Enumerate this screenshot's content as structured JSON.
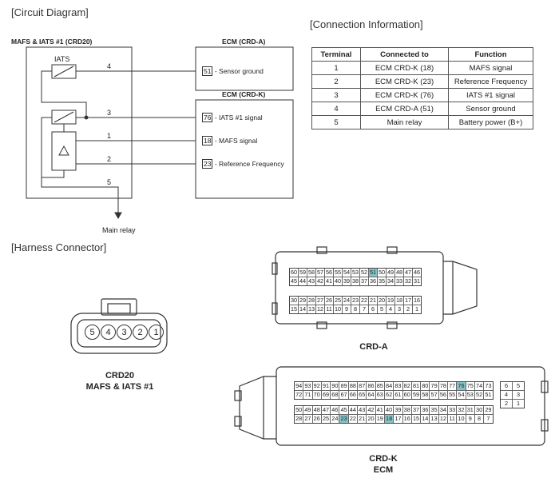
{
  "sections": {
    "circuit": "[Circuit Diagram]",
    "connection": "[Connection Information]",
    "harness": "[Harness Connector]"
  },
  "circuit": {
    "sensor_label": "MAFS & IATS #1 (CRD20)",
    "iats_label": "IATS",
    "ecm_a_label": "ECM (CRD-A)",
    "ecm_k_label": "ECM (CRD-K)",
    "main_relay": "Main relay",
    "wire_numbers": [
      "4",
      "3",
      "1",
      "2",
      "5"
    ],
    "ecm_a_pin": "51",
    "ecm_a_signal": "- Sensor ground",
    "ecm_k_pins": [
      {
        "pin": "76",
        "signal": "- IATS #1 signal"
      },
      {
        "pin": "18",
        "signal": "- MAFS signal"
      },
      {
        "pin": "23",
        "signal": "- Reference Frequency"
      }
    ]
  },
  "table": {
    "headers": [
      "Terminal",
      "Connected to",
      "Function"
    ],
    "rows": [
      [
        "1",
        "ECM CRD-K (18)",
        "MAFS signal"
      ],
      [
        "2",
        "ECM CRD-K (23)",
        "Reference Frequency"
      ],
      [
        "3",
        "ECM CRD-K (76)",
        "IATS #1 signal"
      ],
      [
        "4",
        "ECM CRD-A (51)",
        "Sensor ground"
      ],
      [
        "5",
        "Main relay",
        "Battery power (B+)"
      ]
    ]
  },
  "connectors": {
    "crd20": {
      "pins": [
        "5",
        "4",
        "3",
        "2",
        "1"
      ],
      "name": "CRD20",
      "desc": "MAFS & IATS #1"
    },
    "crda": {
      "name": "CRD-A",
      "rows": [
        [
          "60",
          "59",
          "58",
          "57",
          "56",
          "55",
          "54",
          "53",
          "52",
          "51",
          "50",
          "49",
          "48",
          "47",
          "46"
        ],
        [
          "45",
          "44",
          "43",
          "42",
          "41",
          "40",
          "39",
          "38",
          "37",
          "36",
          "35",
          "34",
          "33",
          "32",
          "31"
        ],
        [
          "30",
          "29",
          "28",
          "27",
          "26",
          "25",
          "24",
          "23",
          "22",
          "21",
          "20",
          "19",
          "18",
          "17",
          "16"
        ],
        [
          "15",
          "14",
          "13",
          "12",
          "11",
          "10",
          "9",
          "8",
          "7",
          "6",
          "5",
          "4",
          "3",
          "2",
          "1"
        ]
      ],
      "highlight": [
        "51"
      ]
    },
    "crdk": {
      "name": "CRD-K",
      "desc": "ECM",
      "rows": [
        [
          "94",
          "93",
          "92",
          "91",
          "90",
          "89",
          "88",
          "87",
          "86",
          "85",
          "84",
          "83",
          "82",
          "81",
          "80",
          "79",
          "78",
          "77",
          "76",
          "75",
          "74",
          "73"
        ],
        [
          "72",
          "71",
          "70",
          "69",
          "68",
          "67",
          "66",
          "65",
          "64",
          "63",
          "62",
          "61",
          "60",
          "59",
          "58",
          "57",
          "56",
          "55",
          "54",
          "53",
          "52",
          "51"
        ],
        [
          "50",
          "49",
          "48",
          "47",
          "46",
          "45",
          "44",
          "43",
          "42",
          "41",
          "40",
          "39",
          "38",
          "37",
          "36",
          "35",
          "34",
          "33",
          "32",
          "31",
          "30",
          "29"
        ],
        [
          "28",
          "27",
          "26",
          "25",
          "24",
          "23",
          "22",
          "21",
          "20",
          "19",
          "18",
          "17",
          "16",
          "15",
          "14",
          "13",
          "12",
          "11",
          "10",
          "9",
          "8",
          "7"
        ]
      ],
      "side_pins": [
        [
          "6",
          "5"
        ],
        [
          "4",
          "3"
        ],
        [
          "2",
          "1"
        ]
      ],
      "highlight": [
        "76",
        "23",
        "18"
      ]
    }
  }
}
